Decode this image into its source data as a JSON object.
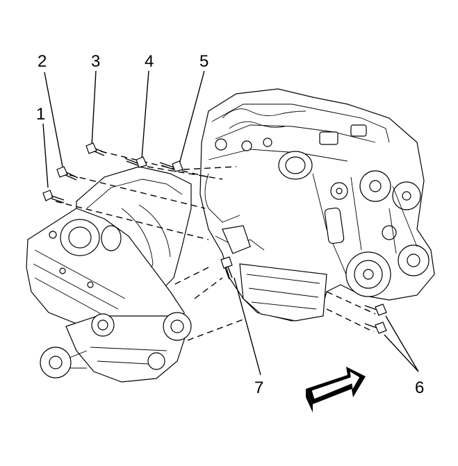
{
  "callouts": {
    "c1": "1",
    "c2": "2",
    "c3": "3",
    "c4": "4",
    "c5": "5",
    "c6": "6",
    "c7": "7"
  },
  "icons": {
    "direction_arrow": "forward-arrow-icon",
    "bolt": "bolt-icon"
  },
  "colors": {
    "ink": "#000000",
    "paper": "#ffffff"
  }
}
